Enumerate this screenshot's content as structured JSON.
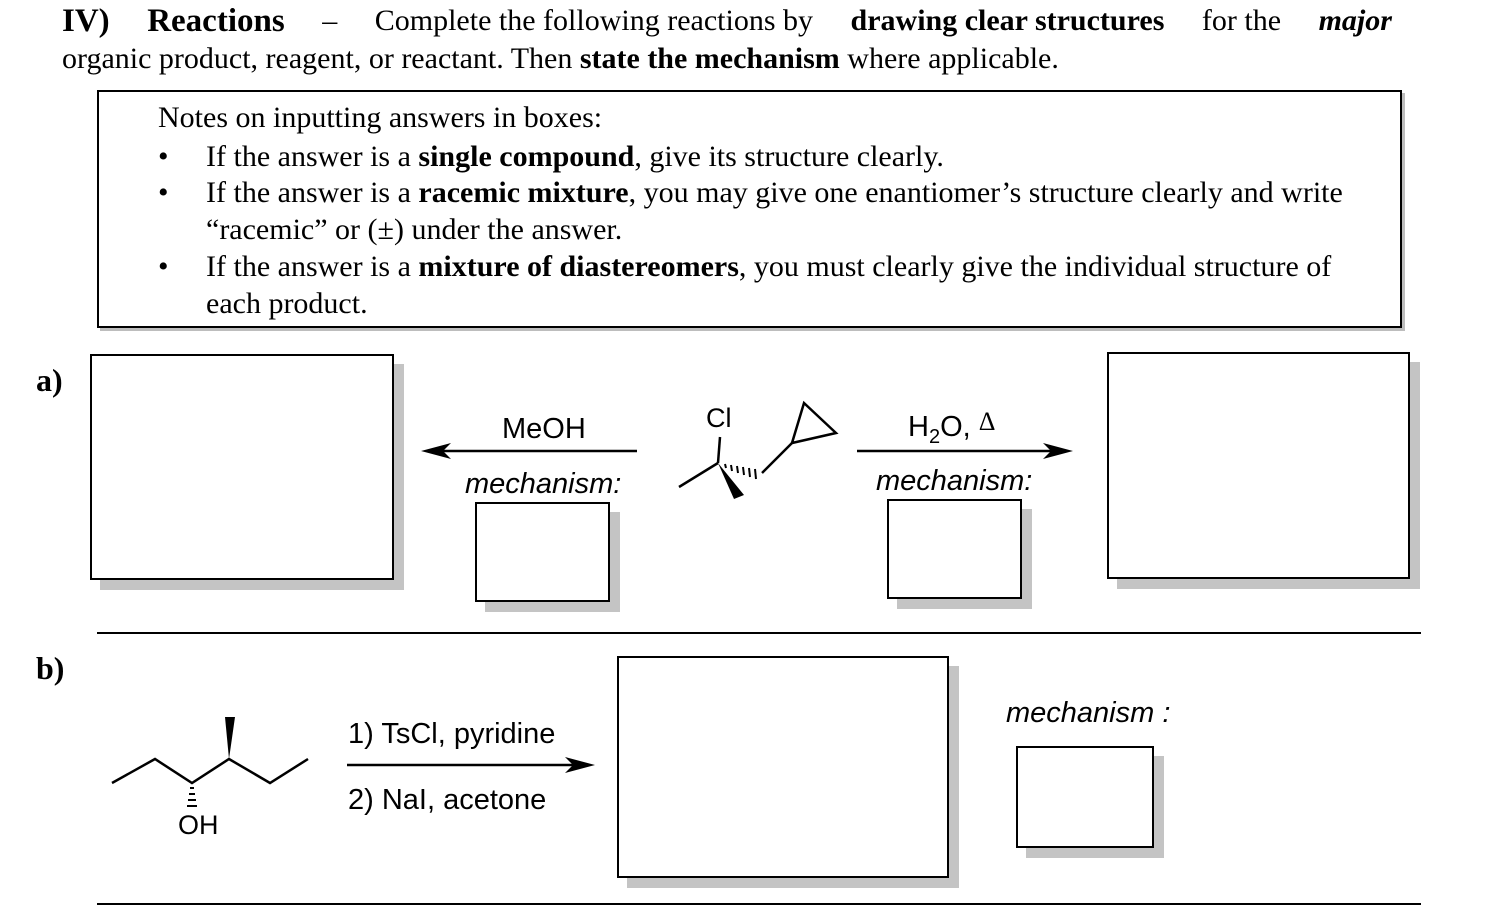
{
  "header": {
    "title_number": "IV)",
    "title_word": "Reactions",
    "dash": "–",
    "line1_part1": "Complete the following reactions by",
    "line1_bold": "drawing clear structures",
    "line1_part2": "for the",
    "line1_bold_italic": "major",
    "line2_part1": "organic product, reagent, or reactant. Then",
    "line2_bold": "state the mechanism",
    "line2_part2": "where applicable."
  },
  "notes": {
    "title": "Notes on inputting answers in boxes:",
    "bullet": "•",
    "items": [
      {
        "pre": "If the answer is a",
        "bold": "single compound",
        "post": ", give its structure clearly."
      },
      {
        "pre": "If the answer is a",
        "bold": "racemic mixture",
        "post": ", you may give one enantiomer’s structure clearly and write “racemic” or (±) under the answer."
      },
      {
        "pre": "If the answer is a",
        "bold": "mixture of diastereomers",
        "post": ", you must clearly give the individual structure of each product."
      }
    ]
  },
  "part_a": {
    "label": "a)",
    "left_reagent": "MeOH",
    "left_mech_label": "mechanism:",
    "right_reagent_main": "H",
    "right_reagent_sub": "2",
    "right_reagent_rest": "O,",
    "right_reagent_heat": "Δ",
    "right_mech_label": "mechanism:",
    "chlorine_label": "Cl"
  },
  "part_b": {
    "label": "b)",
    "reagent_1": "1) TsCl, pyridine",
    "reagent_2": "2) NaI, acetone",
    "mech_label": "mechanism :",
    "oh_label": "OH"
  }
}
